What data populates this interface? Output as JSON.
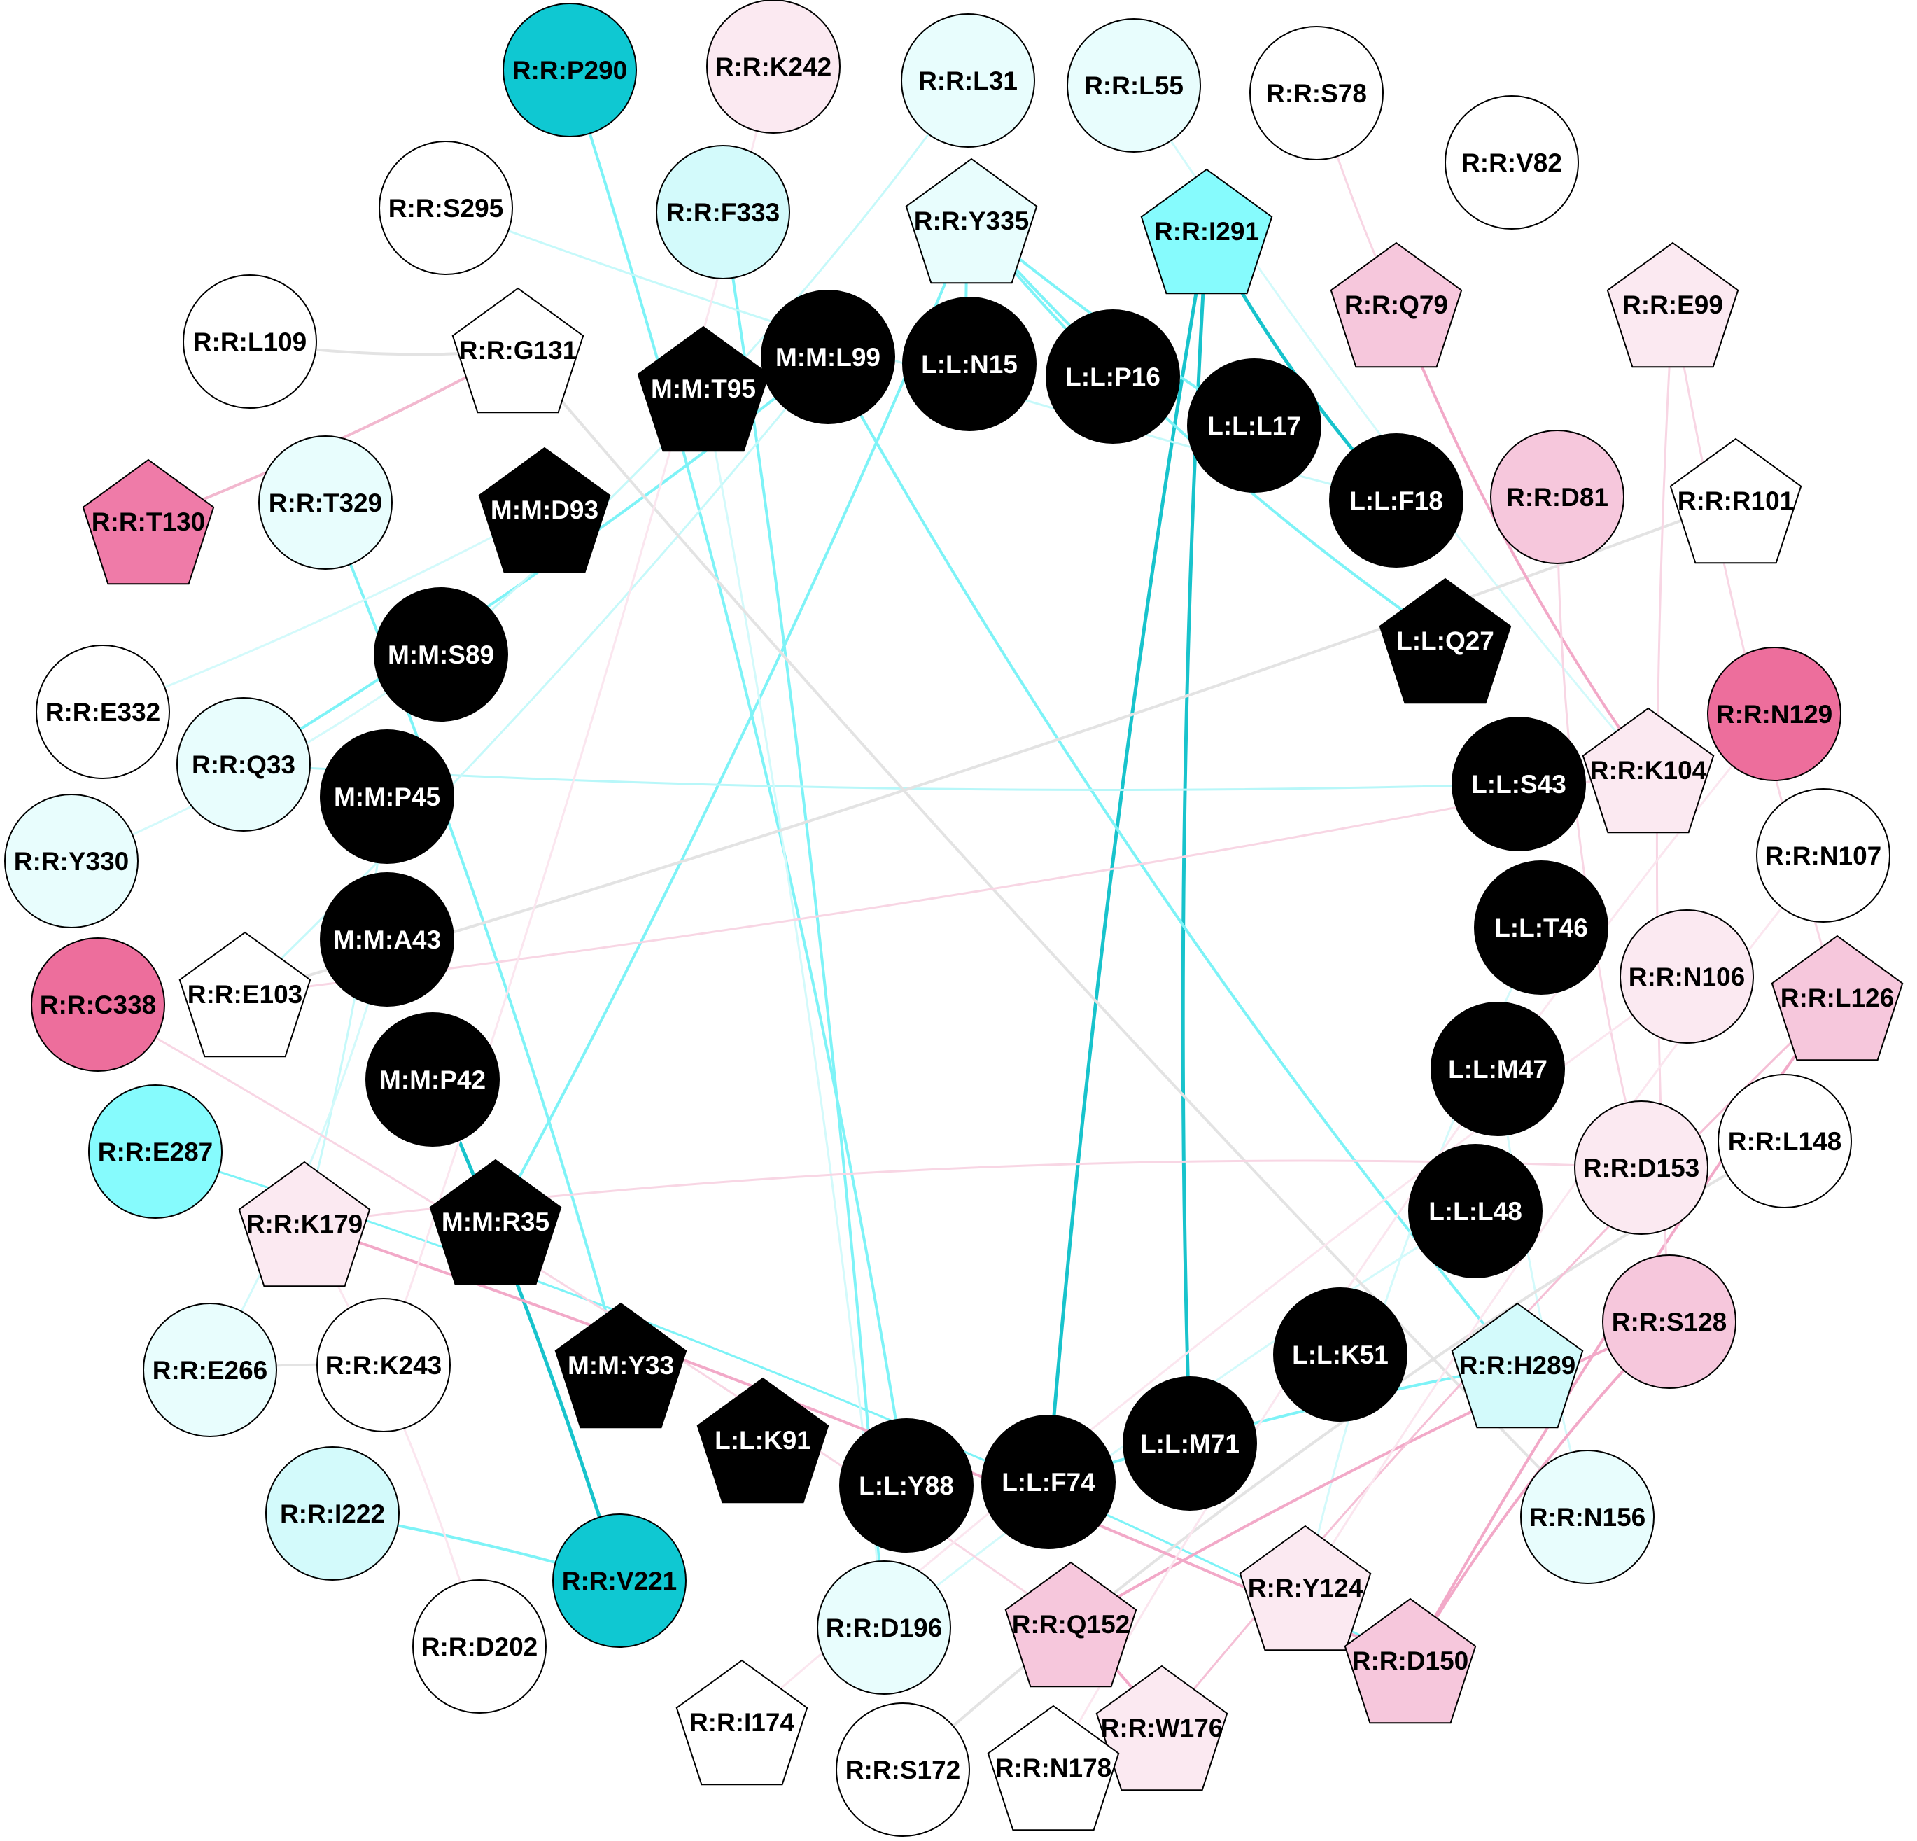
{
  "diagram": {
    "nodes": [
      {
        "id": "R:R:P290",
        "shape": "circle",
        "fill": "#0fc8d2"
      },
      {
        "id": "R:R:K242",
        "shape": "circle",
        "fill": "#fbe9f1"
      },
      {
        "id": "R:R:L31",
        "shape": "circle",
        "fill": "#e8fdfd"
      },
      {
        "id": "R:R:L55",
        "shape": "circle",
        "fill": "#e8fdfd"
      },
      {
        "id": "R:R:S78",
        "shape": "circle",
        "fill": "#ffffff"
      },
      {
        "id": "R:R:V82",
        "shape": "circle",
        "fill": "#ffffff"
      },
      {
        "id": "R:R:S295",
        "shape": "circle",
        "fill": "#ffffff"
      },
      {
        "id": "R:R:F333",
        "shape": "circle",
        "fill": "#d3fafb"
      },
      {
        "id": "R:R:Y335",
        "shape": "pentagon",
        "fill": "#e8fdfd"
      },
      {
        "id": "R:R:I291",
        "shape": "pentagon",
        "fill": "#86fbfd"
      },
      {
        "id": "R:R:Q79",
        "shape": "pentagon",
        "fill": "#f6c7dc"
      },
      {
        "id": "R:R:E99",
        "shape": "pentagon",
        "fill": "#fbe9f1"
      },
      {
        "id": "R:R:L109",
        "shape": "circle",
        "fill": "#ffffff"
      },
      {
        "id": "R:R:G131",
        "shape": "pentagon",
        "fill": "#ffffff"
      },
      {
        "id": "M:M:T95",
        "shape": "pentagon",
        "fill": "#000000"
      },
      {
        "id": "M:M:L99",
        "shape": "circle",
        "fill": "#000000"
      },
      {
        "id": "L:L:N15",
        "shape": "circle",
        "fill": "#000000"
      },
      {
        "id": "L:L:P16",
        "shape": "circle",
        "fill": "#000000"
      },
      {
        "id": "L:L:L17",
        "shape": "circle",
        "fill": "#000000"
      },
      {
        "id": "L:L:F18",
        "shape": "circle",
        "fill": "#000000"
      },
      {
        "id": "R:R:D81",
        "shape": "circle",
        "fill": "#f6c7dc"
      },
      {
        "id": "R:R:R101",
        "shape": "pentagon",
        "fill": "#ffffff"
      },
      {
        "id": "R:R:T130",
        "shape": "pentagon",
        "fill": "#ef7ba8"
      },
      {
        "id": "R:R:T329",
        "shape": "circle",
        "fill": "#e8fdfd"
      },
      {
        "id": "M:M:D93",
        "shape": "pentagon",
        "fill": "#000000"
      },
      {
        "id": "M:M:S89",
        "shape": "circle",
        "fill": "#000000"
      },
      {
        "id": "L:L:Q27",
        "shape": "pentagon",
        "fill": "#000000"
      },
      {
        "id": "R:R:N129",
        "shape": "circle",
        "fill": "#ed6e9c"
      },
      {
        "id": "R:R:E332",
        "shape": "circle",
        "fill": "#ffffff"
      },
      {
        "id": "R:R:Q33",
        "shape": "circle",
        "fill": "#e8fdfd"
      },
      {
        "id": "M:M:P45",
        "shape": "circle",
        "fill": "#000000"
      },
      {
        "id": "L:L:S43",
        "shape": "circle",
        "fill": "#000000"
      },
      {
        "id": "R:R:K104",
        "shape": "pentagon",
        "fill": "#fbe9f1"
      },
      {
        "id": "R:R:Y330",
        "shape": "circle",
        "fill": "#e8fdfd"
      },
      {
        "id": "R:R:N107",
        "shape": "circle",
        "fill": "#ffffff"
      },
      {
        "id": "M:M:A43",
        "shape": "circle",
        "fill": "#000000"
      },
      {
        "id": "L:L:T46",
        "shape": "circle",
        "fill": "#000000"
      },
      {
        "id": "R:R:C338",
        "shape": "circle",
        "fill": "#ed6e9c"
      },
      {
        "id": "R:R:E103",
        "shape": "pentagon",
        "fill": "#ffffff"
      },
      {
        "id": "R:R:N106",
        "shape": "circle",
        "fill": "#fbe9f1"
      },
      {
        "id": "R:R:L126",
        "shape": "pentagon",
        "fill": "#f6c7dc"
      },
      {
        "id": "M:M:P42",
        "shape": "circle",
        "fill": "#000000"
      },
      {
        "id": "L:L:M47",
        "shape": "circle",
        "fill": "#000000"
      },
      {
        "id": "R:R:E287",
        "shape": "circle",
        "fill": "#86fbfd"
      },
      {
        "id": "R:R:L148",
        "shape": "circle",
        "fill": "#ffffff"
      },
      {
        "id": "R:R:D153",
        "shape": "circle",
        "fill": "#fbe9f1"
      },
      {
        "id": "R:R:K179",
        "shape": "pentagon",
        "fill": "#fbe9f1"
      },
      {
        "id": "M:M:R35",
        "shape": "pentagon",
        "fill": "#000000"
      },
      {
        "id": "L:L:L48",
        "shape": "circle",
        "fill": "#000000"
      },
      {
        "id": "R:R:S128",
        "shape": "circle",
        "fill": "#f6c7dc"
      },
      {
        "id": "R:R:E266",
        "shape": "circle",
        "fill": "#e8fdfd"
      },
      {
        "id": "R:R:K243",
        "shape": "circle",
        "fill": "#ffffff"
      },
      {
        "id": "M:M:Y33",
        "shape": "pentagon",
        "fill": "#000000"
      },
      {
        "id": "L:L:K51",
        "shape": "circle",
        "fill": "#000000"
      },
      {
        "id": "R:R:H289",
        "shape": "pentagon",
        "fill": "#d3fafb"
      },
      {
        "id": "L:L:K91",
        "shape": "pentagon",
        "fill": "#000000"
      },
      {
        "id": "L:L:M71",
        "shape": "circle",
        "fill": "#000000"
      },
      {
        "id": "R:R:I222",
        "shape": "circle",
        "fill": "#d3fafb"
      },
      {
        "id": "L:L:Y88",
        "shape": "circle",
        "fill": "#000000"
      },
      {
        "id": "L:L:F74",
        "shape": "circle",
        "fill": "#000000"
      },
      {
        "id": "R:R:N156",
        "shape": "circle",
        "fill": "#e8fdfd"
      },
      {
        "id": "R:R:V221",
        "shape": "circle",
        "fill": "#0fc8d2"
      },
      {
        "id": "R:R:D196",
        "shape": "circle",
        "fill": "#e8fdfd"
      },
      {
        "id": "R:R:Q152",
        "shape": "pentagon",
        "fill": "#f6c7dc"
      },
      {
        "id": "R:R:Y124",
        "shape": "pentagon",
        "fill": "#fbe9f1"
      },
      {
        "id": "R:R:D202",
        "shape": "circle",
        "fill": "#ffffff"
      },
      {
        "id": "R:R:D150",
        "shape": "pentagon",
        "fill": "#f6c7dc"
      },
      {
        "id": "R:R:I174",
        "shape": "pentagon",
        "fill": "#ffffff"
      },
      {
        "id": "R:R:W176",
        "shape": "pentagon",
        "fill": "#fbe9f1"
      },
      {
        "id": "R:R:S172",
        "shape": "circle",
        "fill": "#ffffff"
      },
      {
        "id": "R:R:N178",
        "shape": "pentagon",
        "fill": "#ffffff"
      }
    ],
    "edges": [
      {
        "from": "R:R:P290",
        "to": "L:L:Y88",
        "color": "#7ef3f7",
        "weight": 4
      },
      {
        "from": "R:R:I291",
        "to": "L:L:F74",
        "color": "#18c3cc",
        "weight": 5
      },
      {
        "from": "R:R:I291",
        "to": "L:L:M71",
        "color": "#18c3cc",
        "weight": 5
      },
      {
        "from": "R:R:I291",
        "to": "L:L:F18",
        "color": "#18c3cc",
        "weight": 5
      },
      {
        "from": "M:M:P42",
        "to": "R:R:V221",
        "color": "#18c3cc",
        "weight": 5
      },
      {
        "from": "R:R:I222",
        "to": "R:R:V221",
        "color": "#7ef3f7",
        "weight": 4
      },
      {
        "from": "R:R:Y335",
        "to": "L:L:N15",
        "color": "#7ef3f7",
        "weight": 4
      },
      {
        "from": "R:R:Y335",
        "to": "L:L:P16",
        "color": "#7ef3f7",
        "weight": 4
      },
      {
        "from": "R:R:Y335",
        "to": "L:L:L17",
        "color": "#7ef3f7",
        "weight": 4
      },
      {
        "from": "R:R:Y335",
        "to": "L:L:Q27",
        "color": "#7ef3f7",
        "weight": 4
      },
      {
        "from": "R:R:Y335",
        "to": "M:M:R35",
        "color": "#7ef3f7",
        "weight": 4
      },
      {
        "from": "R:R:F333",
        "to": "R:R:D196",
        "color": "#7ef3f7",
        "weight": 4
      },
      {
        "from": "M:M:L99",
        "to": "R:R:H289",
        "color": "#7ef3f7",
        "weight": 4
      },
      {
        "from": "M:M:L99",
        "to": "R:R:Q33",
        "color": "#7ef3f7",
        "weight": 4
      },
      {
        "from": "R:R:T329",
        "to": "M:M:Y33",
        "color": "#7ef3f7",
        "weight": 4
      },
      {
        "from": "R:R:E287",
        "to": "R:R:D150",
        "color": "#7ef3f7",
        "weight": 3
      },
      {
        "from": "R:R:H289",
        "to": "L:L:F74",
        "color": "#7ef3f7",
        "weight": 4
      },
      {
        "from": "R:R:Q33",
        "to": "L:L:S43",
        "color": "#b8f7f9",
        "weight": 3
      },
      {
        "from": "R:R:L31",
        "to": "M:M:S89",
        "color": "#c6f9fa",
        "weight": 3
      },
      {
        "from": "R:R:S295",
        "to": "L:L:F18",
        "color": "#c6f9fa",
        "weight": 3
      },
      {
        "from": "R:R:E332",
        "to": "M:M:D93",
        "color": "#d3fafb",
        "weight": 3
      },
      {
        "from": "R:R:Y330",
        "to": "M:M:S89",
        "color": "#d3fafb",
        "weight": 3
      },
      {
        "from": "R:R:E103",
        "to": "M:M:L99",
        "color": "#c6f9fa",
        "weight": 3
      },
      {
        "from": "R:R:K179",
        "to": "M:M:P45",
        "color": "#c6f9fa",
        "weight": 3
      },
      {
        "from": "R:R:E266",
        "to": "M:M:A43",
        "color": "#d3fafb",
        "weight": 3
      },
      {
        "from": "R:R:D196",
        "to": "M:M:T95",
        "color": "#d3fafb",
        "weight": 3
      },
      {
        "from": "R:R:L55",
        "to": "R:R:K104",
        "color": "#d3fafb",
        "weight": 3
      },
      {
        "from": "R:R:Y124",
        "to": "L:L:T46",
        "color": "#d3fafb",
        "weight": 3
      },
      {
        "from": "R:R:N156",
        "to": "L:L:M47",
        "color": "#d3fafb",
        "weight": 3
      },
      {
        "from": "R:R:D196",
        "to": "L:L:L48",
        "color": "#d3fafb",
        "weight": 3
      },
      {
        "from": "R:R:L109",
        "to": "R:R:G131",
        "color": "#e3e3e3",
        "weight": 4
      },
      {
        "from": "R:R:G131",
        "to": "R:R:N156",
        "color": "#e3e3e3",
        "weight": 4
      },
      {
        "from": "R:R:E103",
        "to": "R:R:R101",
        "color": "#e3e3e3",
        "weight": 4
      },
      {
        "from": "R:R:L148",
        "to": "R:R:S172",
        "color": "#e3e3e3",
        "weight": 4
      },
      {
        "from": "R:R:E266",
        "to": "R:R:K243",
        "color": "#e3e3e3",
        "weight": 3
      },
      {
        "from": "R:R:G131",
        "to": "R:R:T130",
        "color": "#f2b8cf",
        "weight": 4
      },
      {
        "from": "R:R:Q79",
        "to": "R:R:K104",
        "color": "#f2a9c8",
        "weight": 4
      },
      {
        "from": "R:R:K179",
        "to": "R:R:D150",
        "color": "#f2a9c8",
        "weight": 4
      },
      {
        "from": "R:R:Q152",
        "to": "R:R:S128",
        "color": "#f2a9c8",
        "weight": 4
      },
      {
        "from": "R:R:Q152",
        "to": "R:R:W176",
        "color": "#f2a9c8",
        "weight": 4
      },
      {
        "from": "R:R:L126",
        "to": "R:R:D150",
        "color": "#f2a9c8",
        "weight": 4
      },
      {
        "from": "R:R:L126",
        "to": "R:R:W176",
        "color": "#f5c0d6",
        "weight": 3
      },
      {
        "from": "R:R:S128",
        "to": "R:R:D150",
        "color": "#f2a9c8",
        "weight": 4
      },
      {
        "from": "R:R:C338",
        "to": "R:R:Q152",
        "color": "#f8d6e4",
        "weight": 3
      },
      {
        "from": "R:R:E103",
        "to": "R:R:K104",
        "color": "#f8d6e4",
        "weight": 3
      },
      {
        "from": "R:R:K179",
        "to": "R:R:D153",
        "color": "#f8d6e4",
        "weight": 3
      },
      {
        "from": "R:R:E99",
        "to": "R:R:L126",
        "color": "#f8d6e4",
        "weight": 3
      },
      {
        "from": "R:R:E99",
        "to": "R:R:S128",
        "color": "#f8d6e4",
        "weight": 3
      },
      {
        "from": "R:R:D81",
        "to": "R:R:D153",
        "color": "#f8d6e4",
        "weight": 3
      },
      {
        "from": "R:R:S78",
        "to": "R:R:Q79",
        "color": "#f8d6e4",
        "weight": 3
      },
      {
        "from": "R:R:K242",
        "to": "R:R:K243",
        "color": "#fbe6ef",
        "weight": 3
      },
      {
        "from": "R:R:K179",
        "to": "R:R:D202",
        "color": "#fbe6ef",
        "weight": 3
      },
      {
        "from": "R:R:N107",
        "to": "R:R:Y124",
        "color": "#fbe6ef",
        "weight": 3
      },
      {
        "from": "R:R:N106",
        "to": "R:R:I174",
        "color": "#fbe6ef",
        "weight": 3
      },
      {
        "from": "R:R:N129",
        "to": "R:R:N178",
        "color": "#fbe6ef",
        "weight": 3
      }
    ]
  }
}
